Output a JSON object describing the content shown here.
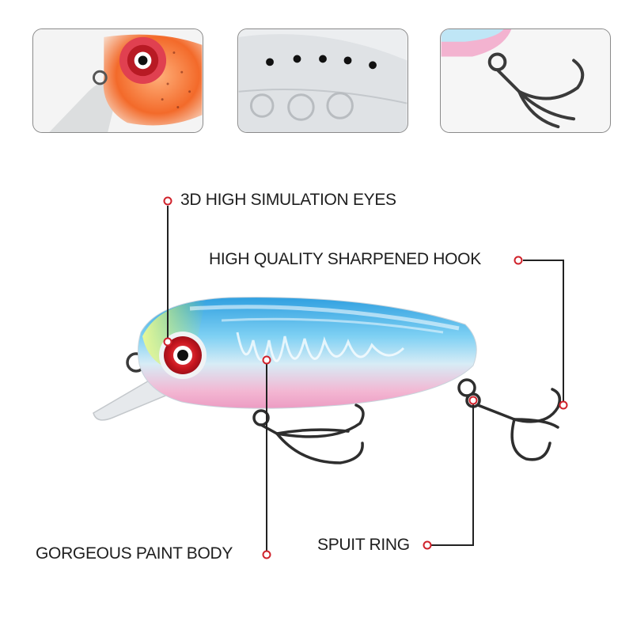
{
  "callouts": {
    "eyes": "3D HIGH SIMULATION EYES",
    "hook": "HIGH QUALITY SHARPENED HOOK",
    "body": "GORGEOUS PAINT BODY",
    "ring": "SPUIT RING"
  },
  "colors": {
    "marker": "#d0222b",
    "line": "#222222",
    "lure_blue": "#3fb6ea",
    "lure_pink": "#f3a8cc",
    "lure_green": "#c6ec4a",
    "eye_red": "#d8222a"
  }
}
